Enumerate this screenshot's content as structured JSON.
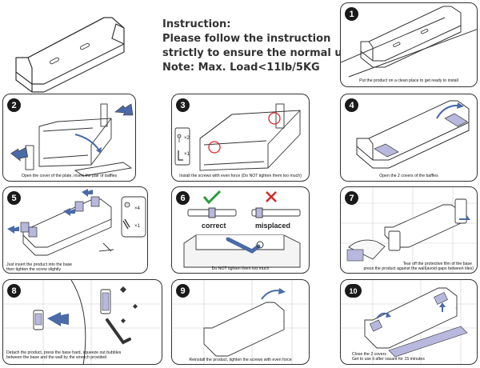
{
  "header": {
    "line1": "Instruction:",
    "line2": "Please follow the instruction",
    "line3": "strictly to ensure the normal use.",
    "line4": "Note: Max. Load<11lb/5KG"
  },
  "steps": [
    {
      "num": "1",
      "caption": "Put the product on a clean place to get ready to install"
    },
    {
      "num": "2",
      "caption": "Open the cover of the plate, insert the pair of baffles"
    },
    {
      "num": "3",
      "caption": "Install the screws with even force (Do NOT tighten them too much)",
      "screw_qty": "×2",
      "wrench_qty": "×1"
    },
    {
      "num": "4",
      "caption": "Open the 2 covers of the baffles"
    },
    {
      "num": "5",
      "caption_l1": "Just insert the product into the base",
      "caption_l2": "then tighten the screw slightly",
      "nut_qty": "×4",
      "wrench_qty": "×1"
    },
    {
      "num": "6",
      "correct": "correct",
      "misplaced": "misplaced",
      "caption": "Do NOT tighten them too much"
    },
    {
      "num": "7",
      "caption_l1": "Tear off the protective film of the base",
      "caption_l2": "press the product against the wall(avoid gaps between tiles)"
    },
    {
      "num": "8",
      "caption_l1": "Detach the product, press the base hard, squeeze out bubbles",
      "caption_l2": "between the base and the wall by the wrench provided"
    },
    {
      "num": "9",
      "caption": "Reinstall the product, tighten the screws with even force"
    },
    {
      "num": "10",
      "caption_l1": "Close the 2 covers",
      "caption_l2": "Get to use it after vacant for 15 minutes"
    }
  ],
  "colors": {
    "accent_blue": "#4a6aa8",
    "film_purple": "#b8b8de",
    "correct_green": "#2a9d3a",
    "wrong_red": "#d42a2a",
    "circle_red": "#d42a2a"
  }
}
